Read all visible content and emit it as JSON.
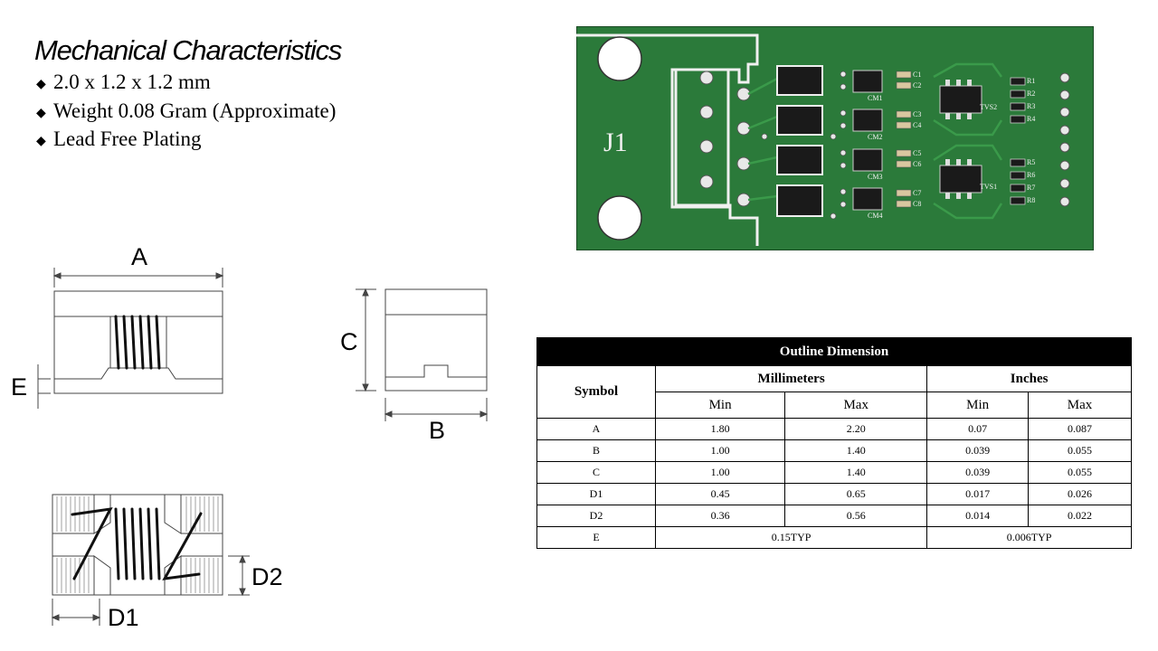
{
  "title": "Mechanical Characteristics",
  "features": [
    "2.0 x 1.2 x 1.2 mm",
    "Weight 0.08 Gram (Approximate)",
    "Lead Free Plating"
  ],
  "drawing_labels": {
    "A": "A",
    "B": "B",
    "C": "C",
    "E": "E",
    "D1": "D1",
    "D2": "D2"
  },
  "pcb": {
    "connector_label": "J1",
    "cm_labels": [
      "CM1",
      "CM2",
      "CM3",
      "CM4"
    ],
    "c_labels": [
      "C1",
      "C2",
      "C3",
      "C4",
      "C5",
      "C6",
      "C7",
      "C8"
    ],
    "r_labels": [
      "R1",
      "R2",
      "R3",
      "R4",
      "R5",
      "R6",
      "R7",
      "R8"
    ],
    "tvs_labels": [
      "TVS2",
      "TVS1"
    ],
    "colors": {
      "board": "#2b7a3a",
      "trace": "#3a9a4a",
      "silk": "#f0f0f0",
      "chip": "#1a1a1a",
      "pad": "#d9d9d9"
    }
  },
  "table": {
    "caption": "Outline Dimension",
    "symbol_header": "Symbol",
    "group_headers": [
      "Millimeters",
      "Inches"
    ],
    "sub_headers": [
      "Min",
      "Max",
      "Min",
      "Max"
    ],
    "rows": [
      {
        "symbol": "A",
        "mm_min": "1.80",
        "mm_max": "2.20",
        "in_min": "0.07",
        "in_max": "0.087"
      },
      {
        "symbol": "B",
        "mm_min": "1.00",
        "mm_max": "1.40",
        "in_min": "0.039",
        "in_max": "0.055"
      },
      {
        "symbol": "C",
        "mm_min": "1.00",
        "mm_max": "1.40",
        "in_min": "0.039",
        "in_max": "0.055"
      },
      {
        "symbol": "D1",
        "mm_min": "0.45",
        "mm_max": "0.65",
        "in_min": "0.017",
        "in_max": "0.026"
      },
      {
        "symbol": "D2",
        "mm_min": "0.36",
        "mm_max": "0.56",
        "in_min": "0.014",
        "in_max": "0.022"
      }
    ],
    "typ_row": {
      "symbol": "E",
      "mm": "0.15TYP",
      "in": "0.006TYP"
    }
  }
}
